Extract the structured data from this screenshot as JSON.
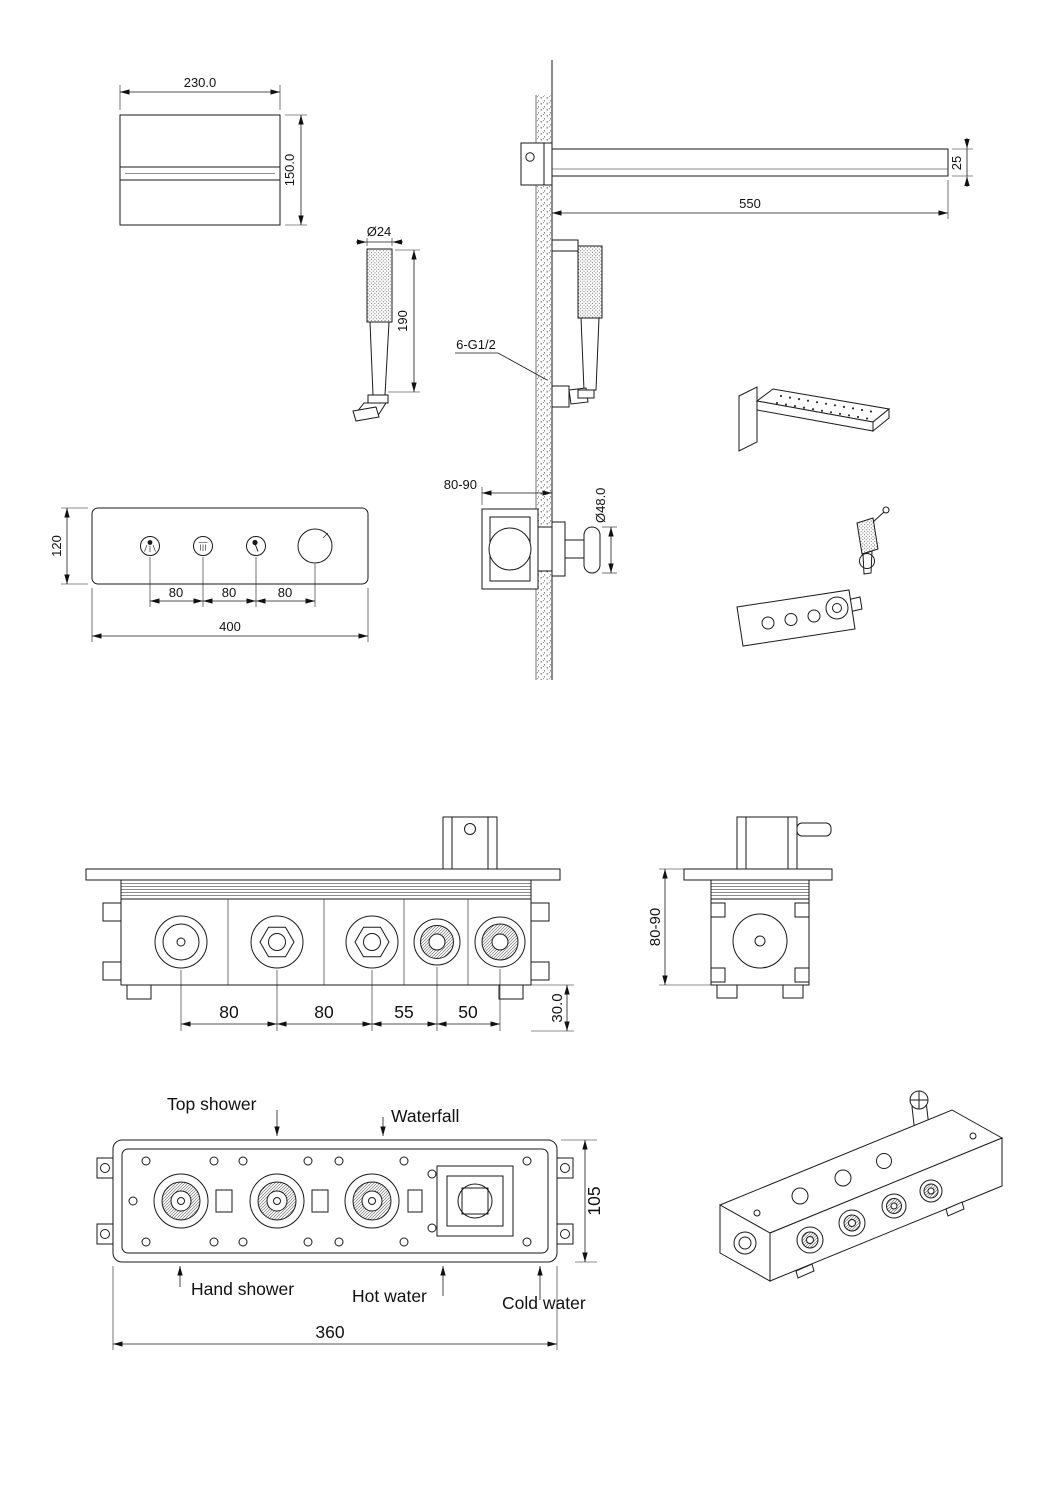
{
  "drawing": {
    "stroke_color": "#1a1a1a",
    "background": "#ffffff"
  },
  "shower_head_view": {
    "width": "230.0",
    "depth": "150.0"
  },
  "hand_shower_view": {
    "diameter": "Ø24",
    "length": "190"
  },
  "arm_view": {
    "length": "550",
    "thickness": "25"
  },
  "wall_view": {
    "thread": "6-G1/2",
    "depth": "80-90",
    "handle_diameter": "Ø48.0"
  },
  "panel_view": {
    "height": "120",
    "pitch1": "80",
    "pitch2": "80",
    "pitch3": "80",
    "width": "400"
  },
  "valve_front_view": {
    "pitch1": "80",
    "pitch2": "80",
    "pitch3": "55",
    "pitch4": "50",
    "base_height": "30.0"
  },
  "valve_side_view": {
    "depth": "80-90"
  },
  "box_view": {
    "height": "105",
    "width": "360",
    "port_labels": {
      "top_shower": "Top shower",
      "waterfall": "Waterfall",
      "hand_shower": "Hand shower",
      "hot_water": "Hot water",
      "cold_water": "Cold water"
    }
  }
}
